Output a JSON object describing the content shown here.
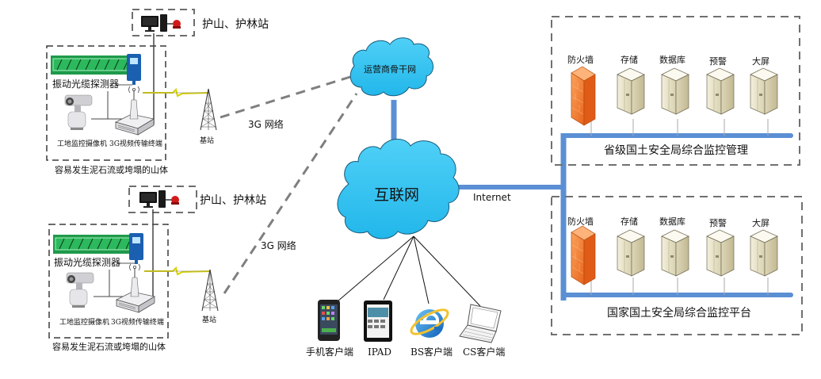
{
  "sites": [
    {
      "station_label": "护山、护林站",
      "detector_label": "振动光缆探测器",
      "camera_label": "工地监控摄像机",
      "terminal_label": "3G视频传输终端",
      "base_station_label": "基站",
      "area_label": "容易发生泥石流或垮塌的山体",
      "link_label": "3G 网络"
    },
    {
      "station_label": "护山、护林站",
      "detector_label": "振动光缆探测器",
      "camera_label": "工地监控摄像机",
      "terminal_label": "3G视频传输终端",
      "base_station_label": "基站",
      "area_label": "容易发生泥石流或垮塌的山体",
      "link_label": "3G 网络"
    }
  ],
  "clouds": {
    "backbone": "运营商骨干网",
    "internet": "互联网"
  },
  "internet_link_label": "Internet",
  "clients": [
    {
      "label": "手机客户端",
      "icon": "smartphone-icon"
    },
    {
      "label": "IPAD",
      "icon": "tablet-icon"
    },
    {
      "label": "BS客户端",
      "icon": "browser-icon"
    },
    {
      "label": "CS客户端",
      "icon": "laptop-icon"
    }
  ],
  "platforms": [
    {
      "title": "省级国土安全局综合监控管理",
      "servers": [
        "防火墙",
        "存储",
        "数据库",
        "预警",
        "大屏"
      ]
    },
    {
      "title": "国家国土安全局综合监控平台",
      "servers": [
        "防火墙",
        "存储",
        "数据库",
        "预警",
        "大屏"
      ]
    }
  ],
  "colors": {
    "cloud_fill": "#33c4f2",
    "cloud_stroke": "#1a5b7a",
    "backbone_link": "#5b8fd4",
    "dashed_link": "#7f7f7f",
    "firewall": "#f07a2a",
    "server": "#e9e4cf",
    "fiber_green": "#1e9a4a",
    "radio_link": "#e8e000"
  }
}
